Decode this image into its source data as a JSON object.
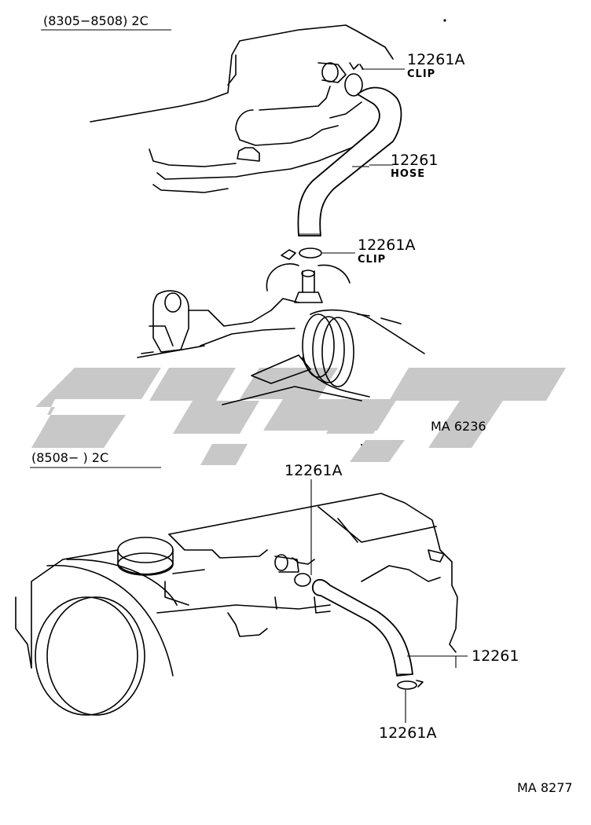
{
  "sections": [
    {
      "range": "(8305−8508) 2C",
      "figure_code": "MA  6236"
    },
    {
      "range": "(8508−        ) 2C",
      "figure_code": "MA 8277"
    }
  ],
  "callouts": {
    "top_clip_upper": {
      "part": "12261A",
      "desc": "CLIP"
    },
    "top_hose": {
      "part": "12261",
      "desc": "HOSE"
    },
    "top_clip_lower": {
      "part": "12261A",
      "desc": "CLIP"
    },
    "bottom_clip_upper": {
      "part": "12261A"
    },
    "bottom_hose": {
      "part": "12261"
    },
    "bottom_clip_lower": {
      "part": "12261A"
    }
  },
  "colors": {
    "line": "#000000",
    "watermark": "#c8c8c8"
  }
}
